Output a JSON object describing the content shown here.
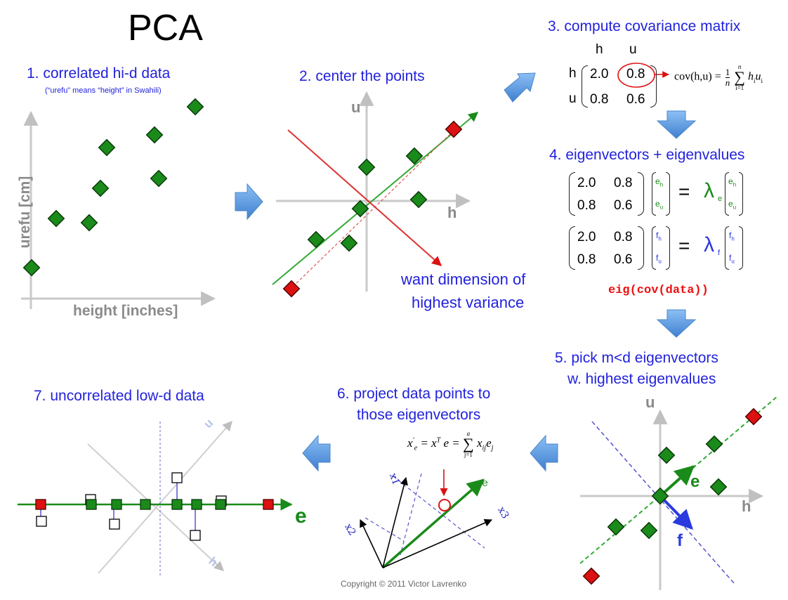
{
  "title": "PCA",
  "steps": {
    "s1": "1. correlated hi-d data",
    "s1_note": "(“urefu” means “height” in Swahili)",
    "s2": "2. center the points",
    "s3": "3. compute covariance matrix",
    "s4": "4. eigenvectors + eigenvalues",
    "s5a": "5. pick m<d eigenvectors",
    "s5b": "w. highest eigenvalues",
    "s6a": "6. project data points to",
    "s6b": "those eigenvectors",
    "s7": "7. uncorrelated low-d data"
  },
  "plot1": {
    "xlabel": "height [inches]",
    "ylabel": "urefu [cm]"
  },
  "plot2": {
    "x_axis": "h",
    "y_axis": "u",
    "annotation_line1": "want dimension of",
    "annotation_line2": "highest variance"
  },
  "covariance": {
    "col_labels": [
      "h",
      "u"
    ],
    "row_labels": [
      "h",
      "u"
    ],
    "values": [
      [
        "2.0",
        "0.8"
      ],
      [
        "0.8",
        "0.6"
      ]
    ],
    "formula_lhs": "cov(h,u) =",
    "formula_frac_num": "1",
    "formula_frac_den": "n",
    "formula_sum_top": "n",
    "formula_sum_bottom": "i=1",
    "formula_term": "h",
    "formula_term_sub": "i",
    "formula_term2": "u",
    "formula_term2_sub": "i"
  },
  "eigen": {
    "matrix": [
      [
        "2.0",
        "0.8"
      ],
      [
        "0.8",
        "0.6"
      ]
    ],
    "e_vec": [
      "e",
      "e"
    ],
    "e_vec_sub": [
      "h",
      "u"
    ],
    "f_vec": [
      "f",
      "f"
    ],
    "f_vec_sub": [
      "h",
      "u"
    ],
    "equals": "=",
    "lambda": "λ",
    "lambda_e_sub": "e",
    "lambda_f_sub": "f",
    "code": "eig(cov(data))"
  },
  "plot5": {
    "x_axis": "h",
    "y_axis": "u",
    "e_label": "e",
    "f_label": "f"
  },
  "projection": {
    "formula_lhs": "x",
    "formula_lhs_sub": "e",
    "formula_lhs_sup": "'",
    "formula_mid": "= x",
    "formula_mid_sup": "T",
    "formula_mid2": "e =",
    "formula_sum_top": "a",
    "formula_sum_bottom": "j=1",
    "formula_term": "x",
    "formula_term_sub": "ij",
    "formula_term2": "e",
    "formula_term2_sub": "j",
    "e_label": "e",
    "vec_labels": [
      "x1",
      "x2",
      "x3"
    ]
  },
  "plot7": {
    "e_label": "e",
    "u_label": "u",
    "h_label": "h"
  },
  "copyright": "Copyright © 2011 Victor Lavrenko",
  "colors": {
    "blue_text": "#2222dd",
    "green": "#1a8a1a",
    "red": "#dd1111",
    "arrow_blue": "#5b9be0"
  }
}
